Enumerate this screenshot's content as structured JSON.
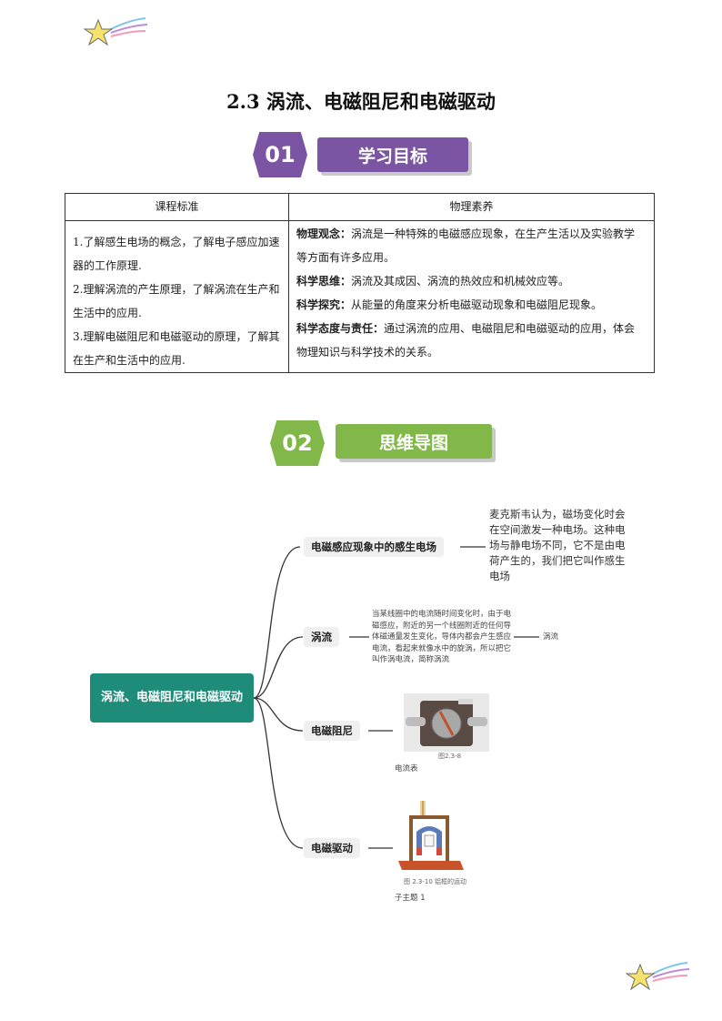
{
  "title": "2.3 涡流、电磁阻尼和电磁驱动",
  "section1": {
    "number": "01",
    "label": "学习目标",
    "color": "#7b55a3"
  },
  "table": {
    "headers": [
      "课程标准",
      "物理素养"
    ],
    "standards": [
      "1.了解感生电场的概念，了解电子感应加速器的工作原理.",
      "2.理解涡流的产生原理，了解涡流在生产和生活中的应用.",
      "3.理解电磁阻尼和电磁驱动的原理，了解其在生产和生活中的应用."
    ],
    "literacy": [
      {
        "label": "物理观念：",
        "text": "涡流是一种特殊的电磁感应现象，在生产生活以及实验教学等方面有许多应用。"
      },
      {
        "label": "科学思维：",
        "text": "涡流及其成因、涡流的热效应和机械效应等。"
      },
      {
        "label": "科学探究：",
        "text": "从能量的角度来分析电磁驱动现象和电磁阻尼现象。"
      },
      {
        "label": "科学态度与责任：",
        "text": "通过涡流的应用、电磁阻尼和电磁驱动的应用，体会物理知识与科学技术的关系。"
      }
    ]
  },
  "section2": {
    "number": "02",
    "label": "思维导图",
    "color": "#82b84a"
  },
  "mindmap": {
    "root": "涡流、电磁阻尼和电磁驱动",
    "root_color": "#1f8c7a",
    "branch1": {
      "label": "电磁感应现象中的感生电场",
      "note": "麦克斯韦认为，磁场变化时会在空间激发一种电场。这种电场与静电场不同，它不是由电荷产生的，我们把它叫作感生电场"
    },
    "branch2": {
      "label": "涡流",
      "note": "当某线圈中的电流随时间变化时，由于电磁感应，附近的另一个线圈附近的任何导体磁通量发生变化，导体内都会产生感应电流，看起来就像水中的旋涡，所以把它叫作涡电流，简称涡流",
      "result": "涡流"
    },
    "branch3": {
      "label": "电磁阻尼",
      "figure_no": "图2.3-8",
      "caption": "电流表"
    },
    "branch4": {
      "label": "电磁驱动",
      "figure_no": "图 2.3-10  铝框的运动",
      "caption": "子主题 1"
    }
  }
}
